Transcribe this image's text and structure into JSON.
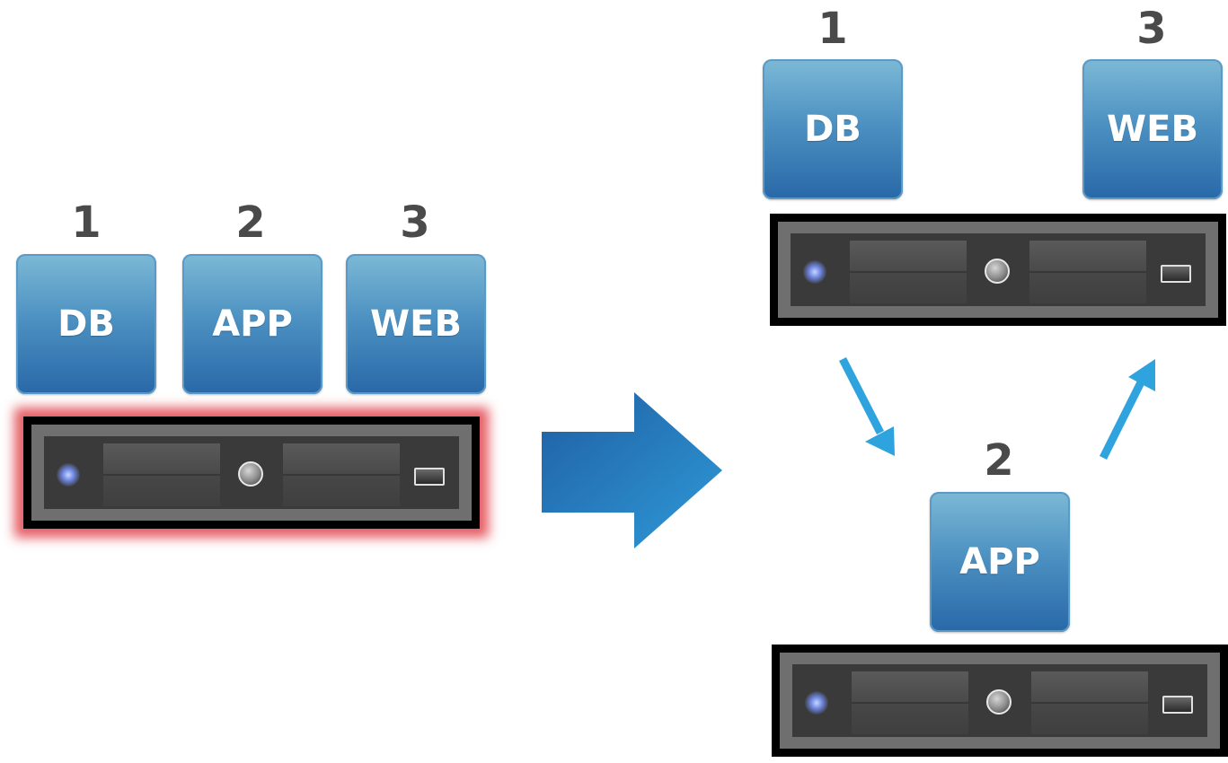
{
  "before": {
    "tiers": [
      {
        "number": "1",
        "label": "DB"
      },
      {
        "number": "2",
        "label": "APP"
      },
      {
        "number": "3",
        "label": "WEB"
      }
    ]
  },
  "after": {
    "tiers": [
      {
        "number": "1",
        "label": "DB"
      },
      {
        "number": "3",
        "label": "WEB"
      },
      {
        "number": "2",
        "label": "APP"
      }
    ]
  },
  "colors": {
    "tile_top": "#7db9d6",
    "tile_bottom": "#2868a8",
    "big_arrow": "#2a72b4",
    "flow_arrow": "#2ea3dd",
    "failed_glow": "#dc2832",
    "number_text": "#4a4a4a"
  }
}
